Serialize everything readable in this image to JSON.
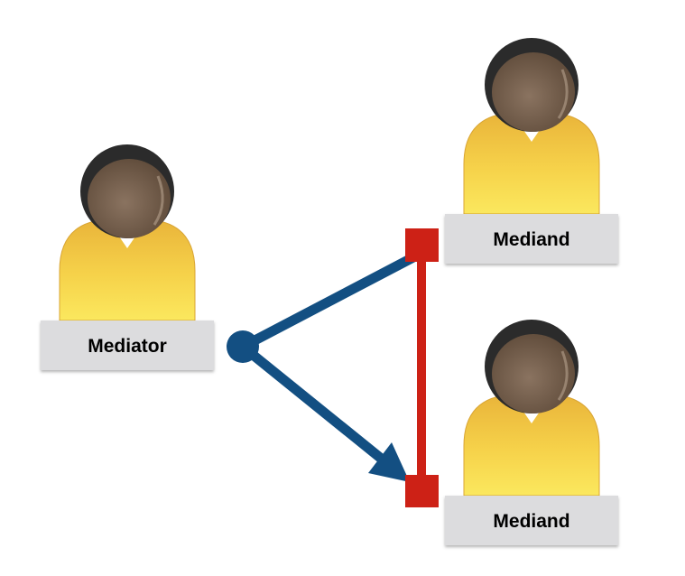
{
  "nodes": {
    "mediator": {
      "label": "Mediator"
    },
    "mediand_top": {
      "label": "Mediand"
    },
    "mediand_bottom": {
      "label": "Mediand"
    }
  },
  "colors": {
    "edge_blue": "#134f82",
    "edge_red": "#cd2116",
    "label_bg": "#dcdcde",
    "body": "#f3c43e",
    "head": "#7a6450"
  }
}
